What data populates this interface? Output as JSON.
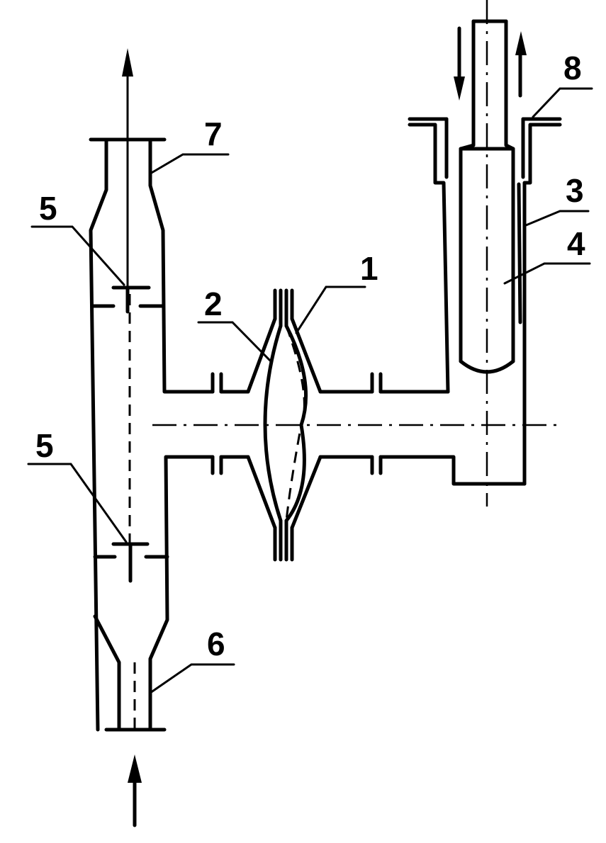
{
  "diagram": {
    "labels": [
      {
        "id": "1",
        "text": "1"
      },
      {
        "id": "2",
        "text": "2"
      },
      {
        "id": "3",
        "text": "3"
      },
      {
        "id": "4",
        "text": "4"
      },
      {
        "id": "5a",
        "text": "5"
      },
      {
        "id": "5b",
        "text": "5"
      },
      {
        "id": "6",
        "text": "6"
      },
      {
        "id": "7",
        "text": "7"
      },
      {
        "id": "8",
        "text": "8"
      }
    ]
  }
}
